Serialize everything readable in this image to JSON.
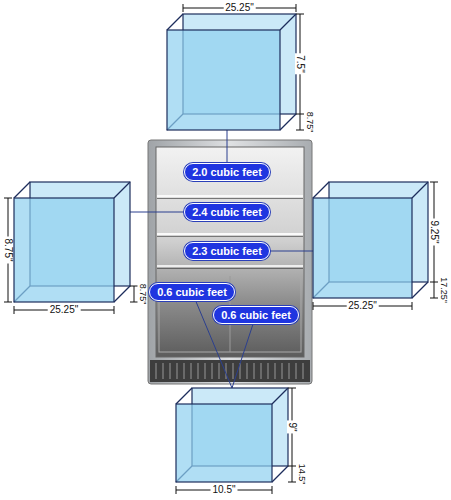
{
  "diagram": {
    "nodes": [
      {
        "text": [
          "2.0 cubic feet"
        ]
      },
      {
        "text": [
          "2.4 cubic feet"
        ]
      },
      {
        "text": [
          "2.3 cubic feet"
        ]
      },
      {
        "text": [
          "0.6 cubic feet"
        ]
      },
      {
        "text": [
          "0.6 cubic feet"
        ]
      }
    ],
    "labels": [
      "25.25\"",
      "7.5\"",
      "8.75\"",
      "8.75\"",
      "25.25\"",
      "8.75\"",
      "9.25\"",
      "25.25\"",
      "17.25\"",
      "9\"",
      "10.5\"",
      "14.5\""
    ]
  }
}
